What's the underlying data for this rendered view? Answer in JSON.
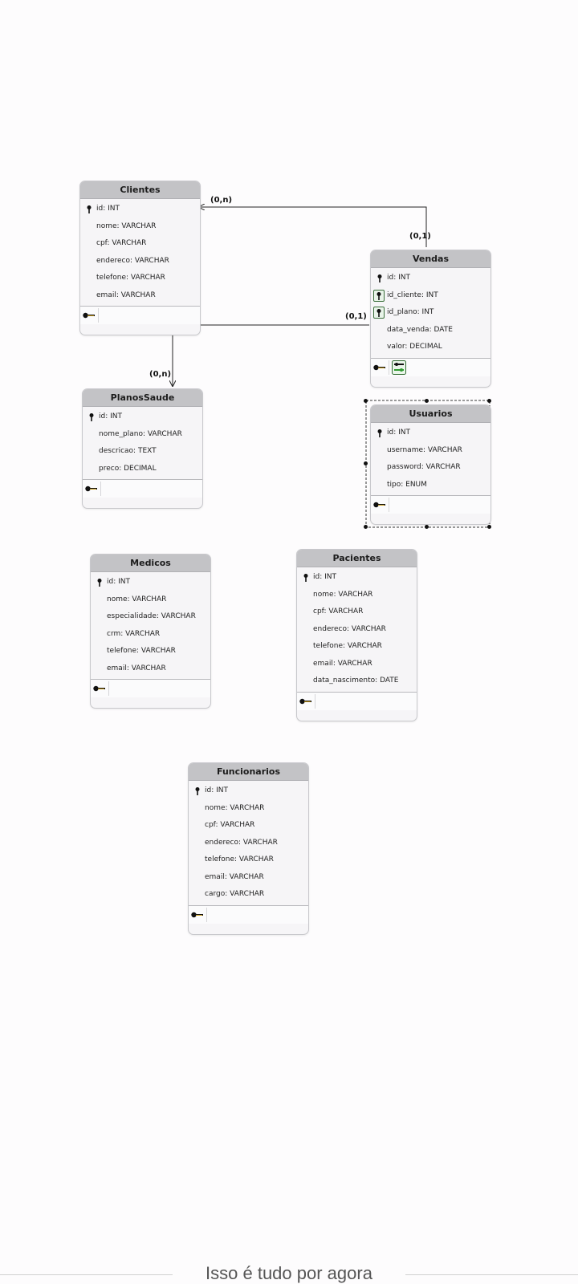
{
  "entities": {
    "clientes": {
      "name": "Clientes",
      "fields": [
        "id: INT",
        "nome: VARCHAR",
        "cpf: VARCHAR",
        "endereco: VARCHAR",
        "telefone: VARCHAR",
        "email: VARCHAR"
      ]
    },
    "vendas": {
      "name": "Vendas",
      "fields": [
        "id: INT",
        "id_cliente: INT",
        "id_plano: INT",
        "data_venda: DATE",
        "valor: DECIMAL"
      ]
    },
    "planossaude": {
      "name": "PlanosSaude",
      "fields": [
        "id: INT",
        "nome_plano: VARCHAR",
        "descricao: TEXT",
        "preco: DECIMAL"
      ]
    },
    "usuarios": {
      "name": "Usuarios",
      "fields": [
        "id: INT",
        "username: VARCHAR",
        "password: VARCHAR",
        "tipo: ENUM"
      ]
    },
    "medicos": {
      "name": "Medicos",
      "fields": [
        "id: INT",
        "nome: VARCHAR",
        "especialidade: VARCHAR",
        "crm: VARCHAR",
        "telefone: VARCHAR",
        "email: VARCHAR"
      ]
    },
    "pacientes": {
      "name": "Pacientes",
      "fields": [
        "id: INT",
        "nome: VARCHAR",
        "cpf: VARCHAR",
        "endereco: VARCHAR",
        "telefone: VARCHAR",
        "email: VARCHAR",
        "data_nascimento: DATE"
      ]
    },
    "funcionarios": {
      "name": "Funcionarios",
      "fields": [
        "id: INT",
        "nome: VARCHAR",
        "cpf: VARCHAR",
        "endereco: VARCHAR",
        "telefone: VARCHAR",
        "email: VARCHAR",
        "cargo: VARCHAR"
      ]
    }
  },
  "relations": {
    "clientes_vendas": {
      "clientes_side": "(0,n)",
      "vendas_side": "(0,1)"
    },
    "planos_vendas": {
      "planos_side": "(0,n)",
      "vendas_side": "(0,1)"
    }
  },
  "footer": {
    "text": "Isso é tudo por agora"
  }
}
